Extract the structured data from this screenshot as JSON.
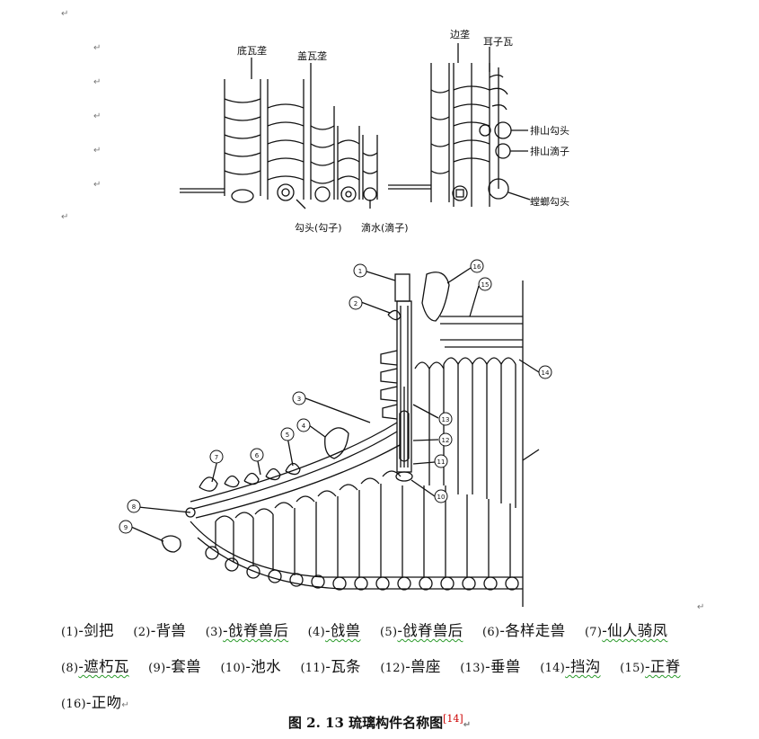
{
  "top_figure": {
    "labels": {
      "bottom_tile_ridge": "底瓦垄",
      "cover_tile_ridge": "盖瓦垄",
      "gou_tou": "勾头(勾子)",
      "di_shui": "滴水(滴子)",
      "edge_ridge": "边垄",
      "ear_tile": "耳子瓦",
      "gable_gou_tou": "排山勾头",
      "gable_di_zi": "排山滴子",
      "mantis_gou_tou": "螳螂勾头"
    }
  },
  "callouts": [
    "1",
    "2",
    "3",
    "4",
    "5",
    "6",
    "7",
    "8",
    "9",
    "10",
    "11",
    "12",
    "13",
    "14",
    "15",
    "16"
  ],
  "legend": [
    {
      "num": "(1)",
      "text": "-剑把"
    },
    {
      "num": "(2)",
      "text": "-背兽"
    },
    {
      "num": "(3)",
      "text": "-戗脊兽后"
    },
    {
      "num": "(4)",
      "text": "-戗兽"
    },
    {
      "num": "(5)",
      "text": "-戗脊兽后"
    },
    {
      "num": "(6)",
      "text": "-各样走兽"
    },
    {
      "num": "(7)",
      "text": "-仙人骑凤"
    },
    {
      "num": "(8)",
      "text": "-遮朽瓦"
    },
    {
      "num": "(9)",
      "text": "-套兽"
    },
    {
      "num": "(10)",
      "text": "-池水"
    },
    {
      "num": "(11)",
      "text": "-瓦条"
    },
    {
      "num": "(12)",
      "text": "-兽座"
    },
    {
      "num": "(13)",
      "text": "-垂兽"
    },
    {
      "num": "(14)",
      "text": "-挡沟"
    },
    {
      "num": "(15)",
      "text": "-正脊"
    },
    {
      "num": "(16)",
      "text": "-正吻"
    }
  ],
  "caption": {
    "text": "图 2. 13 琉璃构件名称图",
    "ref": "[14]"
  },
  "para_mark": "↵"
}
